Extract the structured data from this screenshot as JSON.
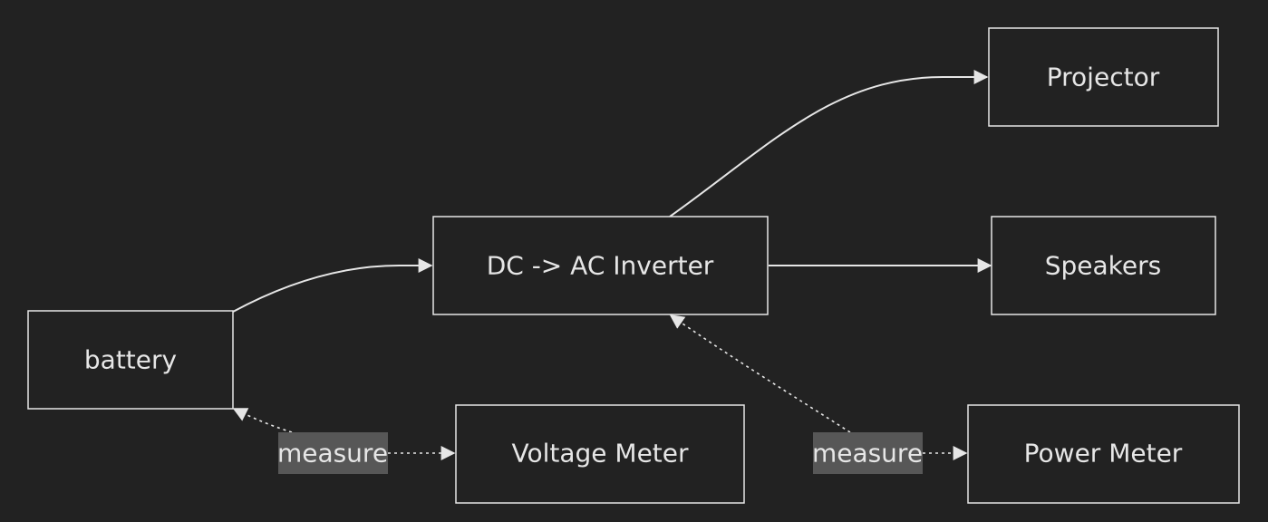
{
  "diagram": {
    "type": "flowchart",
    "nodes": {
      "battery": "battery",
      "inverter": "DC -> AC Inverter",
      "projector": "Projector",
      "speakers": "Speakers",
      "voltage_meter": "Voltage Meter",
      "power_meter": "Power Meter"
    },
    "edges": [
      {
        "from": "battery",
        "to": "DC -> AC Inverter",
        "style": "solid"
      },
      {
        "from": "DC -> AC Inverter",
        "to": "Projector",
        "style": "solid"
      },
      {
        "from": "DC -> AC Inverter",
        "to": "Speakers",
        "style": "solid"
      },
      {
        "from": "Voltage Meter",
        "to": "battery",
        "style": "dotted",
        "label": "measure"
      },
      {
        "from": "Power Meter",
        "to": "DC -> AC Inverter",
        "style": "dotted",
        "label": "measure"
      }
    ],
    "edge_labels": {
      "voltage_measure": "measure",
      "power_measure": "measure"
    }
  },
  "colors": {
    "background": "#222222",
    "stroke": "#e6e6e6",
    "label_background": "#575757"
  }
}
